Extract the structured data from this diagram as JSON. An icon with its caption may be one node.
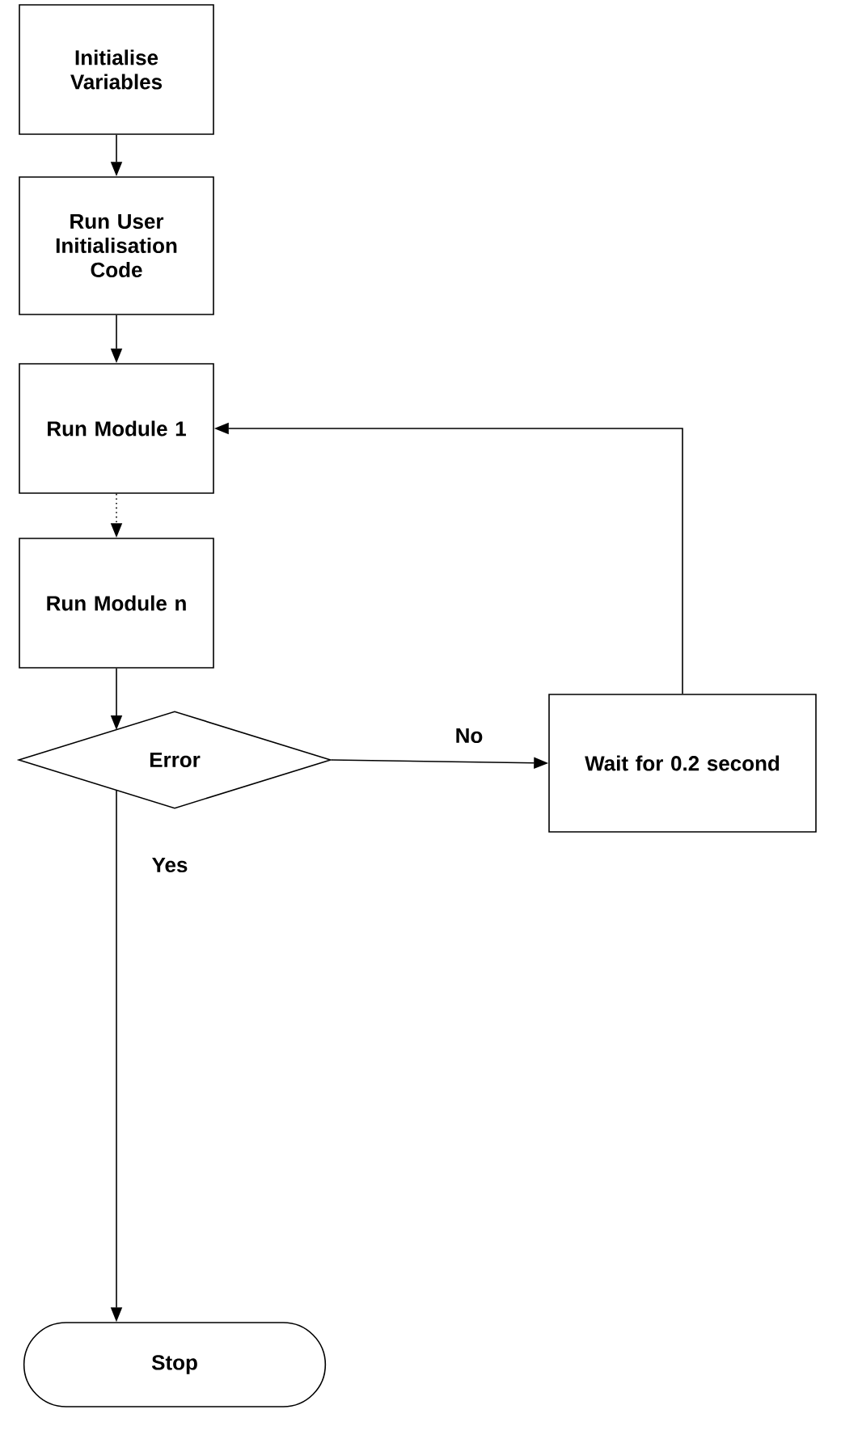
{
  "diagram": {
    "nodes": [
      {
        "text": [
          "Initialise Variables"
        ]
      },
      {
        "text": [
          "Run User Initialisation Code"
        ]
      },
      {
        "text": [
          "Run Module 1"
        ]
      },
      {
        "text": [
          "Run Module n"
        ]
      },
      {
        "text": [
          "Error"
        ]
      },
      {
        "text": [
          "Wait for 0.2 second"
        ]
      },
      {
        "text": [
          "Stop"
        ]
      }
    ],
    "edges": [
      {
        "from": 0,
        "to": 1,
        "arrow": "to"
      },
      {
        "from": 1,
        "to": 2,
        "arrow": "to"
      },
      {
        "from": 2,
        "to": 3,
        "arrow": "to",
        "style": "dashed"
      },
      {
        "from": 3,
        "to": 4,
        "arrow": "to"
      },
      {
        "from": 4,
        "to": 5,
        "arrow": "to",
        "label": "No"
      },
      {
        "from": 5,
        "to": 2,
        "arrow": "to"
      },
      {
        "from": 4,
        "to": 6,
        "arrow": "to",
        "label": "Yes"
      }
    ]
  }
}
